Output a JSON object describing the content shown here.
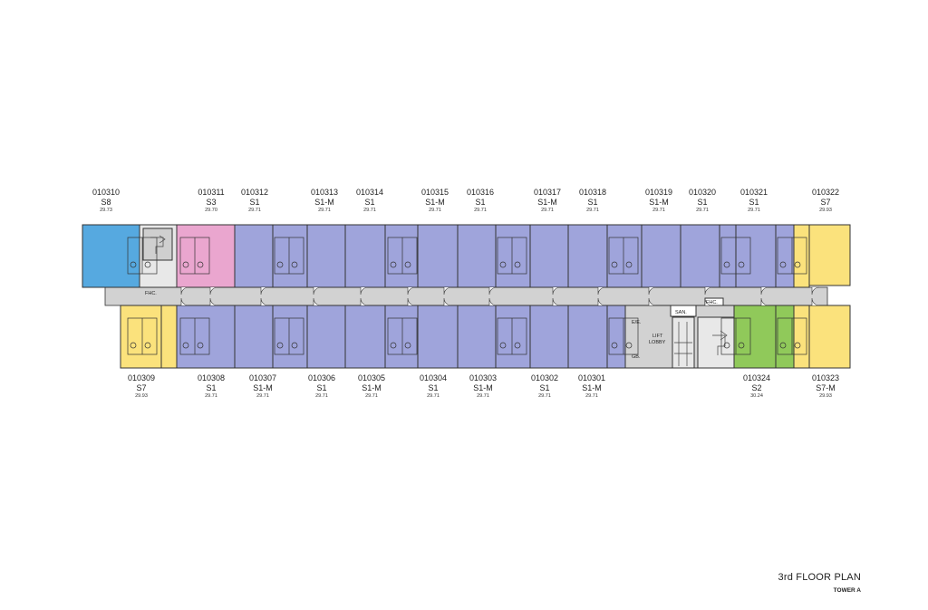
{
  "plan": {
    "title": "3rd FLOOR PLAN",
    "subtitle": "TOWER A"
  },
  "labels": {
    "fhc": "FHC.",
    "fhc2": "FHC.",
    "sanl": "SAN.",
    "ee": "E/E.",
    "gb": "GB.",
    "lift_lobby_1": "LIFT",
    "lift_lobby_2": "LOBBY"
  },
  "colors": {
    "S1": "#9fa4db",
    "S1-M": "#9fa4db",
    "S7": "#fbe27c",
    "S7-M": "#fbe27c",
    "S8": "#56a9e0",
    "S3": "#eaa6cf",
    "S2": "#90c95a",
    "corridor": "#d2d2d2",
    "wall": "#333333"
  },
  "units_top": [
    {
      "code": "010310",
      "type": "S8",
      "area": "29.73"
    },
    {
      "code": "010311",
      "type": "S3",
      "area": "29.70"
    },
    {
      "code": "010312",
      "type": "S1",
      "area": "29.71"
    },
    {
      "code": "010313",
      "type": "S1-M",
      "area": "29.71"
    },
    {
      "code": "010314",
      "type": "S1",
      "area": "29.71"
    },
    {
      "code": "010315",
      "type": "S1-M",
      "area": "29.71"
    },
    {
      "code": "010316",
      "type": "S1",
      "area": "29.71"
    },
    {
      "code": "010317",
      "type": "S1-M",
      "area": "29.71"
    },
    {
      "code": "010318",
      "type": "S1",
      "area": "29.71"
    },
    {
      "code": "010319",
      "type": "S1-M",
      "area": "29.71"
    },
    {
      "code": "010320",
      "type": "S1",
      "area": "29.71"
    },
    {
      "code": "010321",
      "type": "S1",
      "area": "29.71"
    },
    {
      "code": "010322",
      "type": "S7",
      "area": "29.93"
    }
  ],
  "units_bottom": [
    {
      "code": "010309",
      "type": "S7",
      "area": "29.93"
    },
    {
      "code": "010308",
      "type": "S1",
      "area": "29.71"
    },
    {
      "code": "010307",
      "type": "S1-M",
      "area": "29.71"
    },
    {
      "code": "010306",
      "type": "S1",
      "area": "29.71"
    },
    {
      "code": "010305",
      "type": "S1-M",
      "area": "29.71"
    },
    {
      "code": "010304",
      "type": "S1",
      "area": "29.71"
    },
    {
      "code": "010303",
      "type": "S1-M",
      "area": "29.71"
    },
    {
      "code": "010302",
      "type": "S1",
      "area": "29.71"
    },
    {
      "code": "010301",
      "type": "S1-M",
      "area": "29.71"
    },
    {
      "code": "010324",
      "type": "S2",
      "area": "30.24"
    },
    {
      "code": "010323",
      "type": "S7-M",
      "area": "29.93"
    }
  ]
}
